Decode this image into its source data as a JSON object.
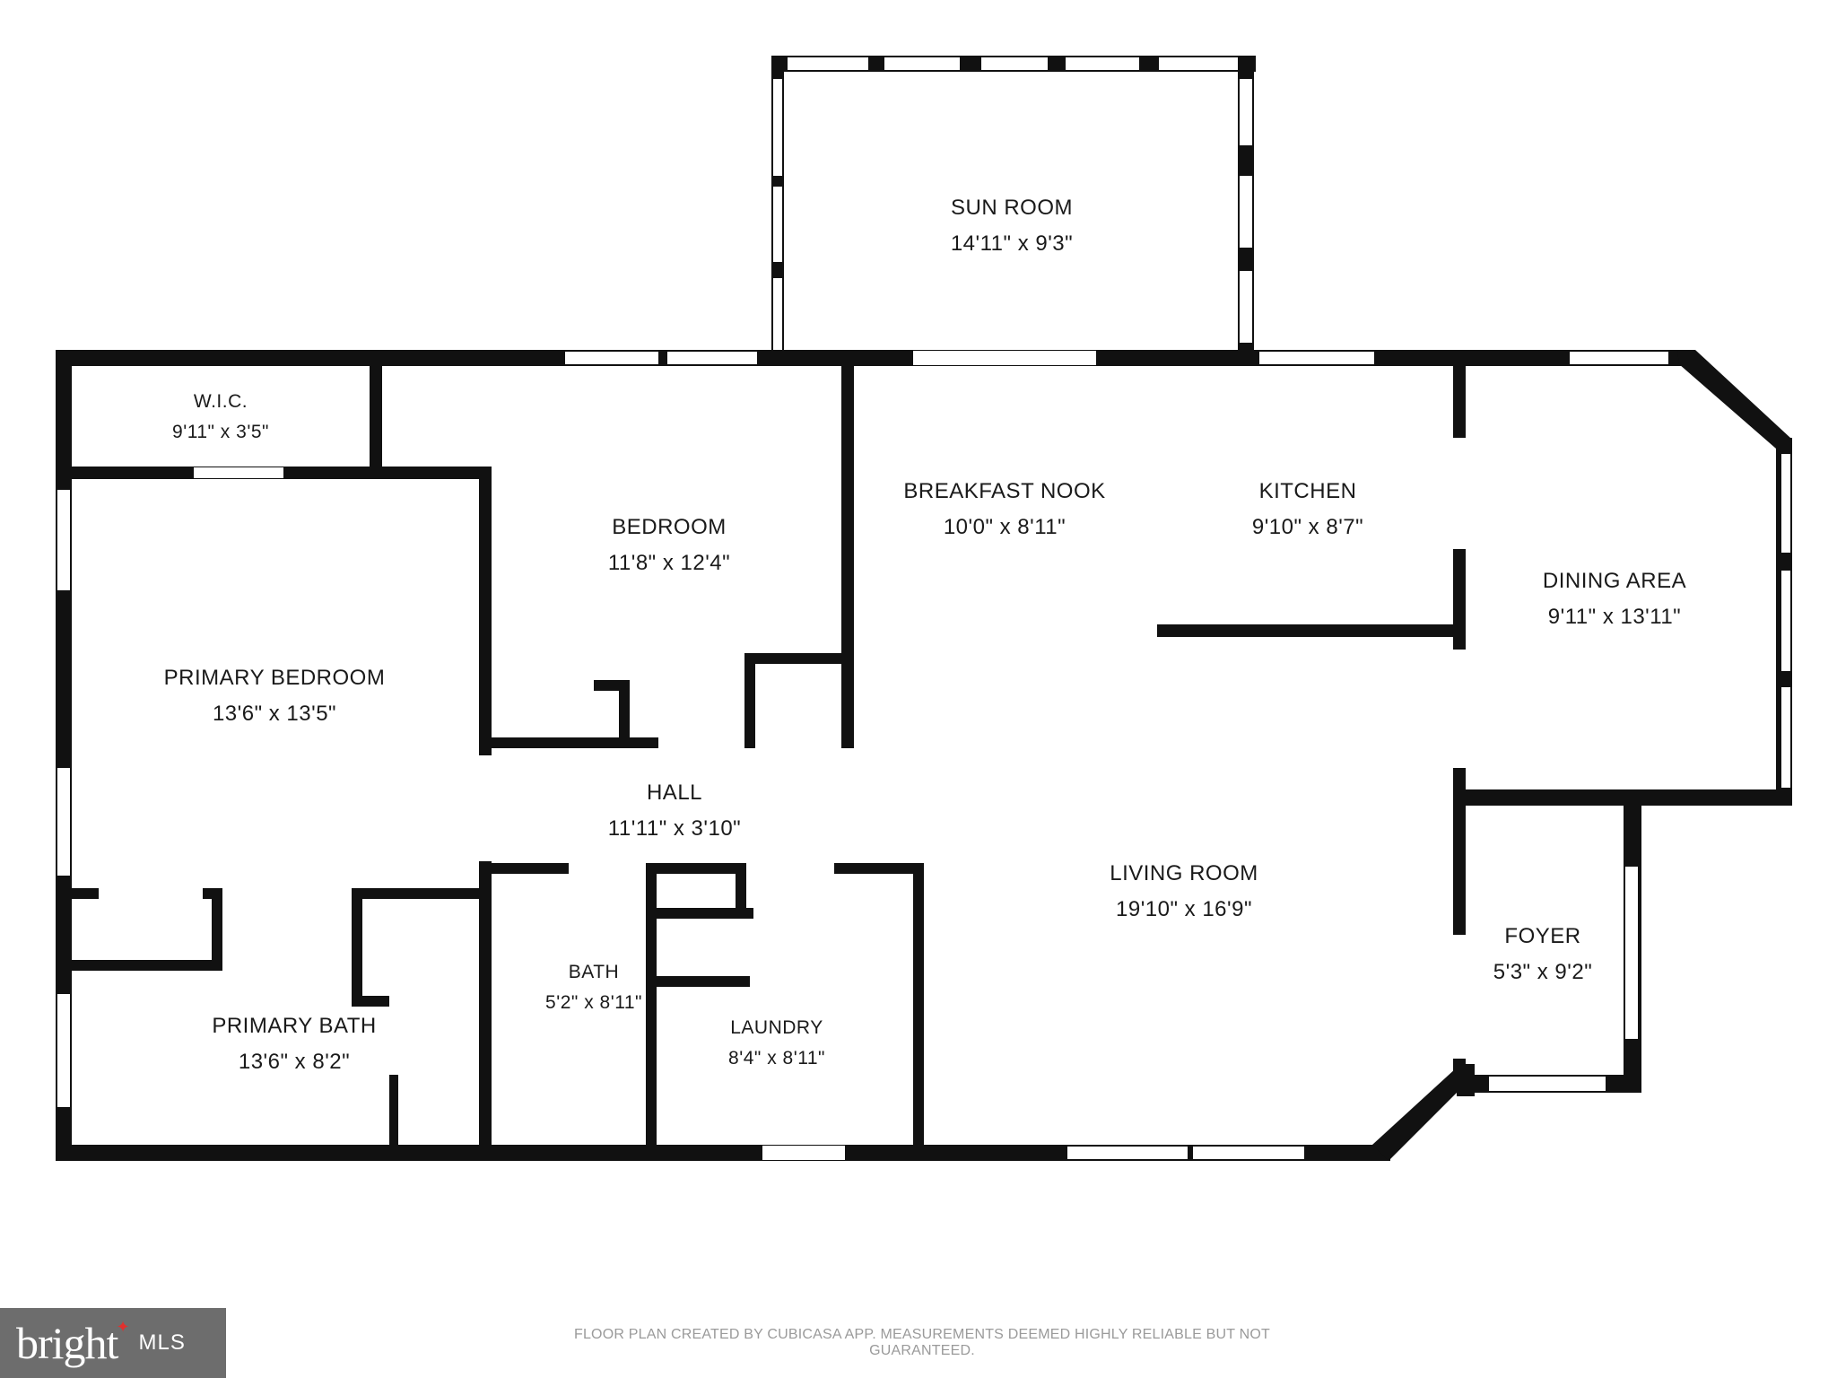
{
  "rooms": {
    "sun_room": {
      "name": "SUN ROOM",
      "dim": "14'11\" x 9'3\""
    },
    "wic": {
      "name": "W.I.C.",
      "dim": "9'11\" x 3'5\""
    },
    "bedroom": {
      "name": "BEDROOM",
      "dim": "11'8\" x 12'4\""
    },
    "breakfast_nook": {
      "name": "BREAKFAST NOOK",
      "dim": "10'0\" x 8'11\""
    },
    "kitchen": {
      "name": "KITCHEN",
      "dim": "9'10\" x 8'7\""
    },
    "dining_area": {
      "name": "DINING AREA",
      "dim": "9'11\" x 13'11\""
    },
    "primary_bedroom": {
      "name": "PRIMARY BEDROOM",
      "dim": "13'6\" x 13'5\""
    },
    "hall": {
      "name": "HALL",
      "dim": "11'11\" x 3'10\""
    },
    "living_room": {
      "name": "LIVING ROOM",
      "dim": "19'10\" x 16'9\""
    },
    "bath": {
      "name": "BATH",
      "dim": "5'2\" x 8'11\""
    },
    "laundry": {
      "name": "LAUNDRY",
      "dim": "8'4\" x 8'11\""
    },
    "foyer": {
      "name": "FOYER",
      "dim": "5'3\" x 9'2\""
    },
    "primary_bath": {
      "name": "PRIMARY BATH",
      "dim": "13'6\" x 8'2\""
    }
  },
  "disclaimer": "FLOOR PLAN CREATED BY CUBICASA APP. MEASUREMENTS DEEMED HIGHLY RELIABLE BUT NOT GUARANTEED.",
  "logo": {
    "word": "bright",
    "suffix": "MLS"
  },
  "colors": {
    "wall": "#111111",
    "window_fill": "#ffffff",
    "logo_bg": "#6d6d6d",
    "logo_dot": "#e0312e"
  }
}
